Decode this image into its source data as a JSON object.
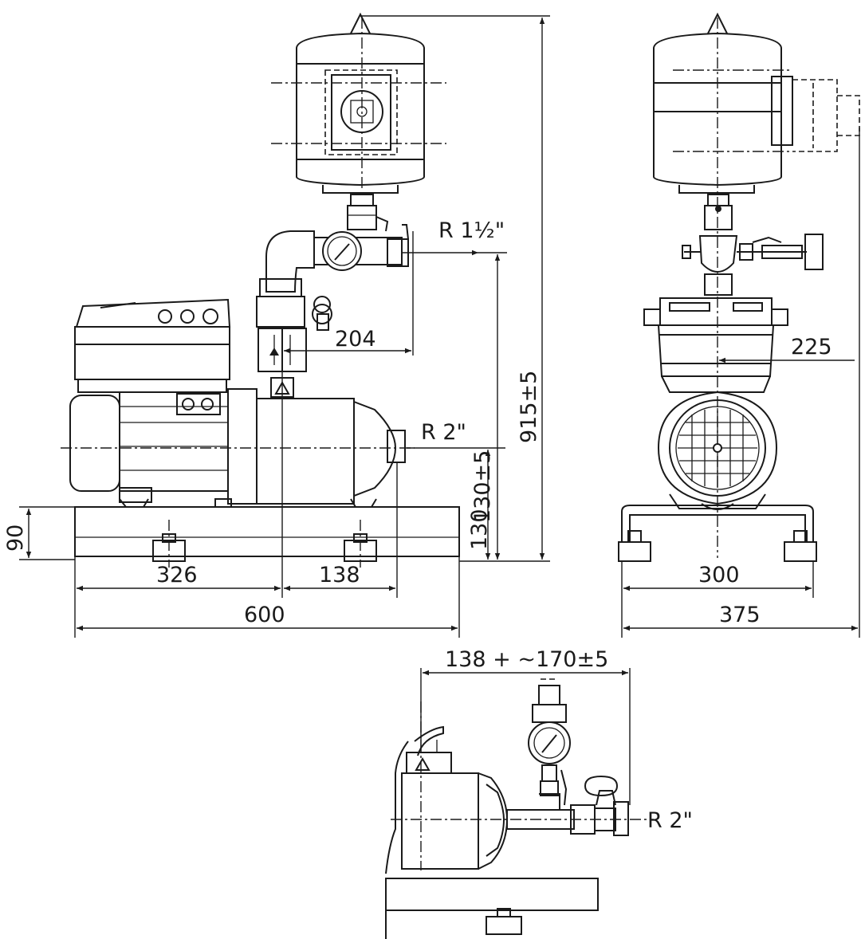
{
  "dimensions": {
    "front_inlet_thread": "R 2\"",
    "front_outlet_thread": "R 1½\"",
    "front_offset_204": "204",
    "front_height_total": "915±5",
    "front_height_inlet": "130",
    "front_height_inlet_2": "130±5",
    "front_base_height": "90",
    "front_width_326": "326",
    "front_width_138": "138",
    "front_width_600": "600",
    "side_offset_225": "225",
    "side_width_300": "300",
    "side_width_375": "375",
    "detail_length": "138 + ~170±5",
    "detail_thread": "R 2\""
  }
}
